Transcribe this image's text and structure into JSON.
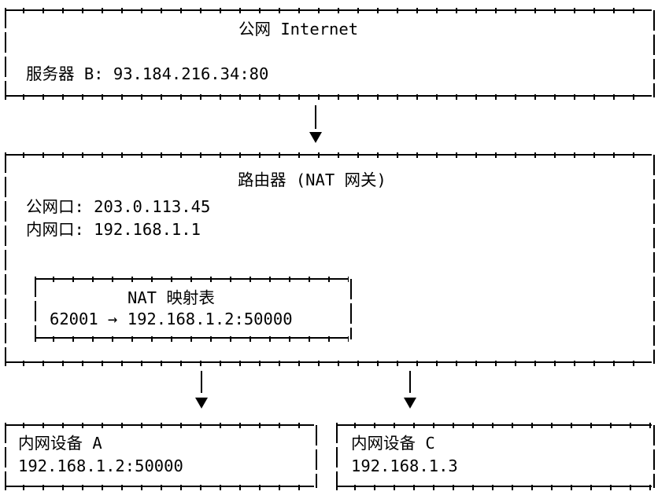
{
  "internet_box": {
    "title": "公网 Internet",
    "server_b": "服务器 B: 93.184.216.34:80"
  },
  "router_box": {
    "title": "路由器 (NAT 网关)",
    "wan_port": "公网口: 203.0.113.45",
    "lan_port": "内网口: 192.168.1.1",
    "nat_table": {
      "title": "NAT 映射表",
      "mapping": "62001 → 192.168.1.2:50000"
    }
  },
  "device_a_box": {
    "name": "内网设备 A",
    "address": "192.168.1.2:50000"
  },
  "device_c_box": {
    "name": "内网设备 C",
    "address": "192.168.1.3"
  },
  "colors": {
    "line": "#000000",
    "text": "#000000",
    "background": "#ffffff"
  }
}
